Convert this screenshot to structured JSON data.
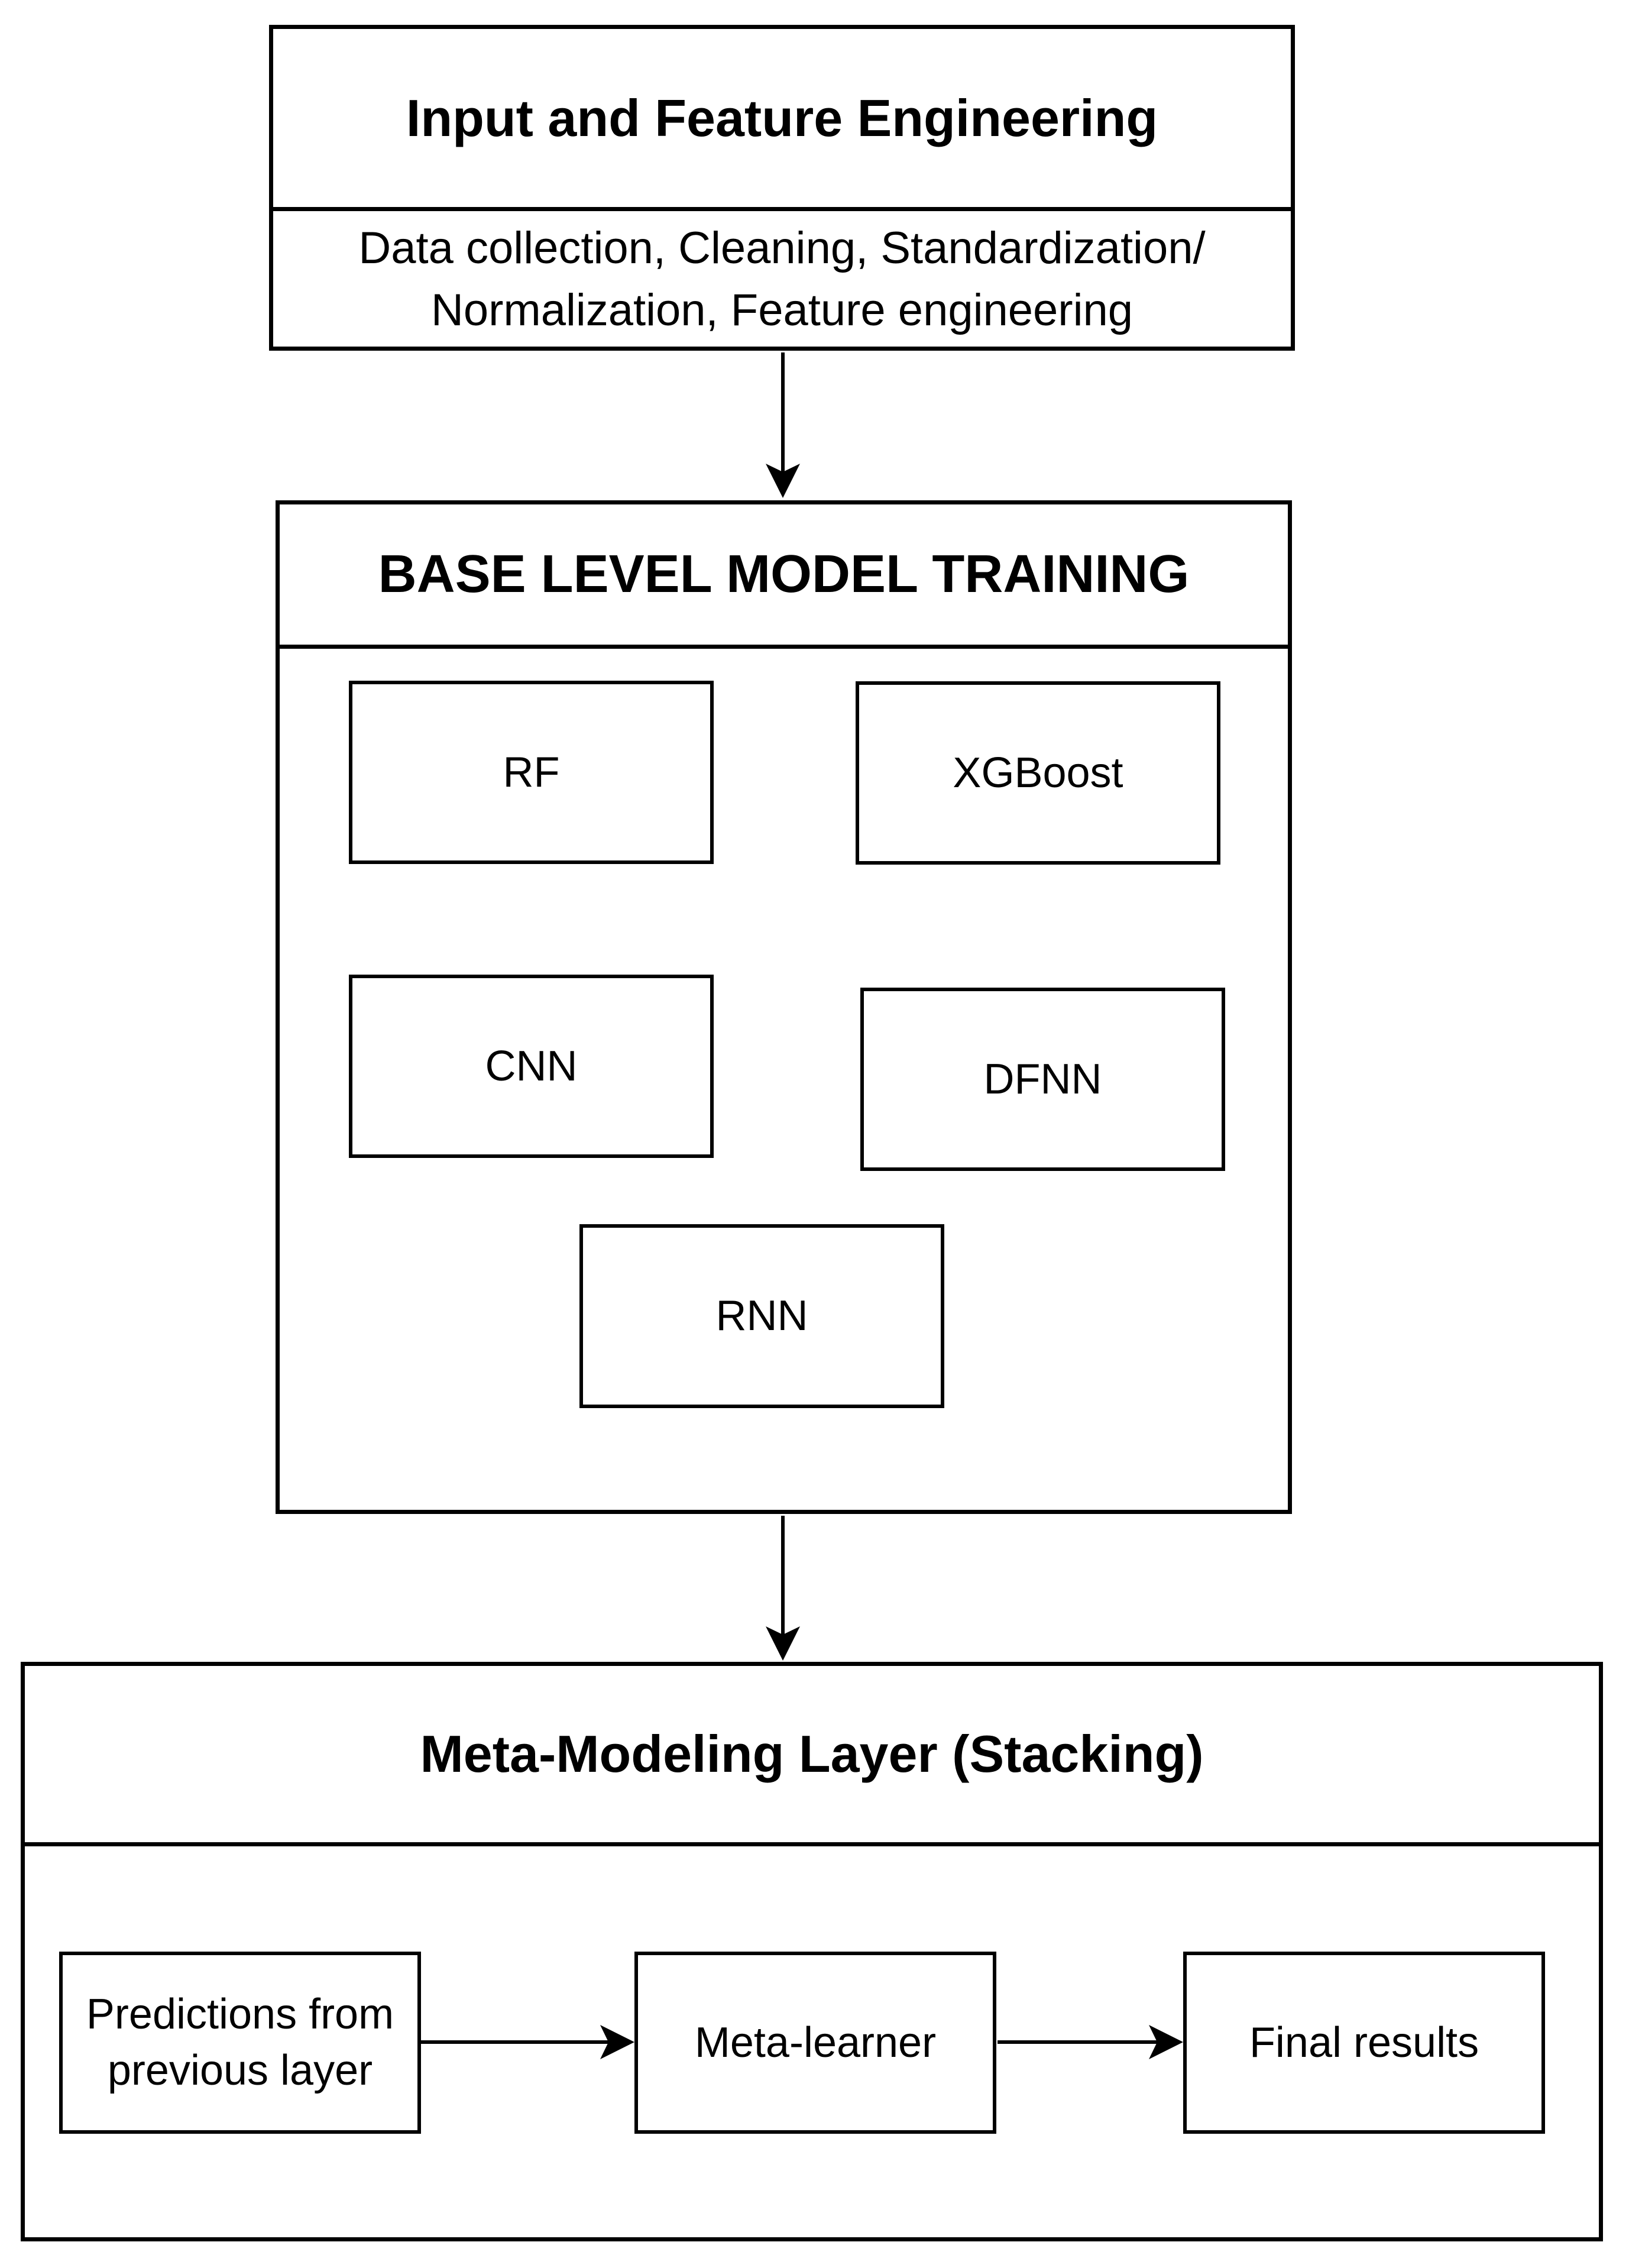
{
  "colors": {
    "stroke": "#000000",
    "background": "#ffffff",
    "text": "#000000"
  },
  "stages": {
    "input": {
      "title": "Input and Feature Engineering",
      "body_lines": [
        "Data collection, Cleaning, Standardization/",
        "Normalization, Feature engineering"
      ]
    },
    "base": {
      "title": "BASE LEVEL MODEL TRAINING",
      "models": [
        "RF",
        "XGBoost",
        "CNN",
        "DFNN",
        "RNN"
      ]
    },
    "meta": {
      "title": "Meta-Modeling Layer (Stacking)",
      "nodes": [
        "Predictions from previous layer",
        "Meta-learner",
        "Final results"
      ]
    }
  }
}
